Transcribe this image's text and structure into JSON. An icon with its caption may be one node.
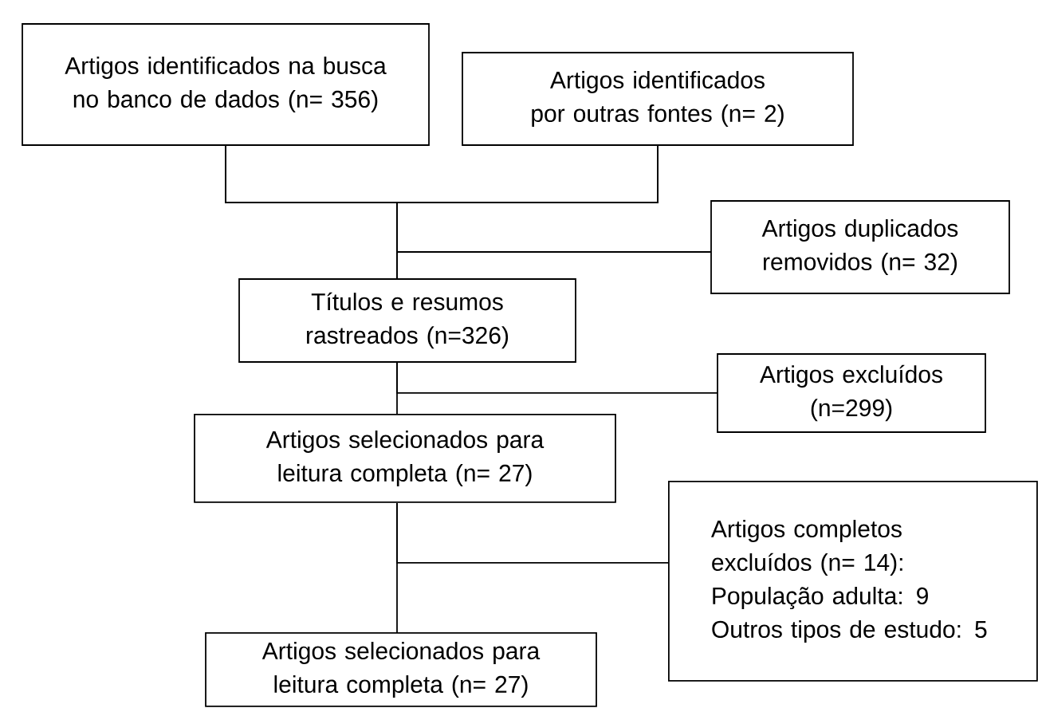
{
  "diagram": {
    "nodes": [
      {
        "text": [
          "Artigos identificados na busca no banco de dados (n= 356)"
        ]
      },
      {
        "text": [
          "Artigos identificados por outras fontes (n= 2)"
        ]
      },
      {
        "text": [
          "Artigos duplicados removidos (n= 32)"
        ]
      },
      {
        "text": [
          "Títulos e resumos rastreados (n=326)"
        ]
      },
      {
        "text": [
          "Artigos excluídos (n=299)"
        ]
      },
      {
        "text": [
          "Artigos selecionados para leitura completa (n= 27)"
        ]
      },
      {
        "text": [
          "Artigos completos excluídos (n= 14):",
          "População adulta: 9",
          "Outros tipos de estudo: 5"
        ]
      },
      {
        "text": [
          "Artigos selecionados para leitura completa (n= 27)"
        ]
      }
    ],
    "edges": [
      {
        "from": 0,
        "to": 3,
        "arrow": "none"
      },
      {
        "from": 1,
        "to": 3,
        "arrow": "none"
      },
      {
        "from": 0,
        "to": 2,
        "arrow": "none"
      },
      {
        "from": 1,
        "to": 2,
        "arrow": "none"
      },
      {
        "from": 3,
        "to": 4,
        "arrow": "none"
      },
      {
        "from": 3,
        "to": 5,
        "arrow": "none"
      },
      {
        "from": 5,
        "to": 6,
        "arrow": "none"
      },
      {
        "from": 5,
        "to": 7,
        "arrow": "none"
      }
    ]
  }
}
